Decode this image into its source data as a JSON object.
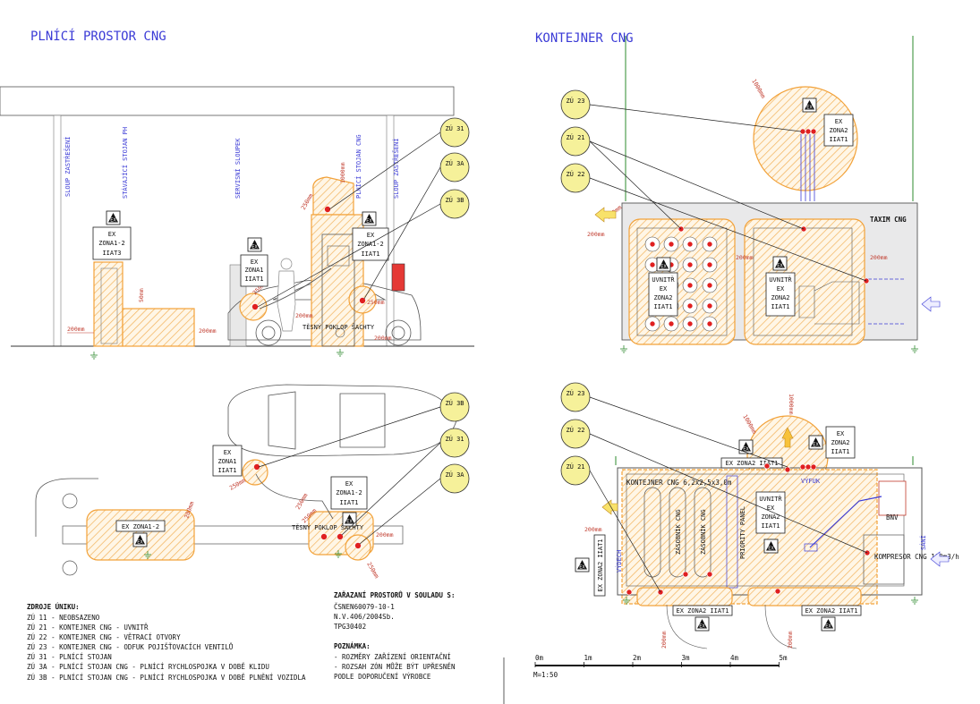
{
  "titles": {
    "left": "PLNÍCÍ PROSTOR CNG",
    "right": "KONTEJNER CNG"
  },
  "elevation_left": {
    "vertical_labels": [
      "SLOUP ZASTŘEŠENÍ",
      "STÁVAJÍCÍ STOJAN PH",
      "SERVISNÍ SLOUPEK",
      "PLNÍCÍ STOJAN CNG",
      "SLOUP ZASTŘEŠENÍ"
    ],
    "ex_boxes": [
      {
        "l1": "EX",
        "l2": "ZONA1-2",
        "l3": "IIAT3"
      },
      {
        "l1": "EX",
        "l2": "ZONA1",
        "l3": "IIAT1"
      },
      {
        "l1": "EX",
        "l2": "ZONA1-2",
        "l3": "IIAT1"
      }
    ],
    "zu": [
      "ZÚ 31",
      "ZÚ 3A",
      "ZÚ 3B"
    ],
    "dims": [
      "200mm",
      "200mm",
      "50mm",
      "250mm",
      "200mm",
      "250mm",
      "1000mm",
      "200mm",
      "250mm"
    ],
    "pit_label": "TĚSNÝ POKLOP ŠACHTY"
  },
  "plan_left": {
    "zu": [
      "ZÚ 3B",
      "ZÚ 31",
      "ZÚ 3A"
    ],
    "ex_boxes": [
      {
        "l1": "EX",
        "l2": "ZONA1",
        "l3": "IIAT1"
      },
      {
        "l1": "EX",
        "l2": "ZONA1-2",
        "l3": "IIAT1"
      }
    ],
    "ex_band": "EX ZONA1-2",
    "dims": [
      "250mm",
      "200mm",
      "250mm",
      "250mm",
      "200mm",
      "250mm"
    ],
    "pit_label": "TĚSNÝ POKLOP ŠACHTY"
  },
  "elevation_right": {
    "zu": [
      "ZÚ 23",
      "ZÚ 21",
      "ZÚ 22"
    ],
    "ex_top": {
      "l1": "EX",
      "l2": "ZONA2",
      "l3": "IIAT1"
    },
    "inside_left": {
      "l1": "UVNITŘ",
      "l2": "EX",
      "l3": "ZONA2",
      "l4": "IIAT1"
    },
    "inside_right": {
      "l1": "UVNITŘ",
      "l2": "EX",
      "l3": "ZONA2",
      "l4": "IIAT1"
    },
    "dims": [
      "1000mm",
      "200mm",
      "200mm",
      "200mm",
      "200mm"
    ],
    "logo": "TAXIM CNG"
  },
  "plan_right": {
    "zu": [
      "ZÚ 23",
      "ZÚ 22",
      "ZÚ 21"
    ],
    "ex_top": {
      "l1": "EX",
      "l2": "ZONA2",
      "l3": "IIAT1"
    },
    "ex_band_top": "EX ZONA2 IIAT1",
    "container_label": "KONTEJNER CNG 6,2x2,5x3,0m",
    "inside": {
      "l1": "UVNITŘ",
      "l2": "EX",
      "l3": "ZONA2",
      "l4": "IIAT1"
    },
    "vertical_labels": [
      "ZÁSOBNÍK CNG",
      "ZÁSOBNÍK CNG",
      "PRIORITY PANEL",
      "VÝDECH",
      "SÁNÍ"
    ],
    "vyfuk": "VÝFUK",
    "bnv": "BNV",
    "kompresor": "KOMPRESOR CNG 160m3/h",
    "ex_side": "EX ZONA2 IIAT1",
    "ex_bottom_left": "EX ZONA2 IIAT1",
    "ex_bottom_right": "EX ZONA2 IIAT1",
    "dims": [
      "1000mm",
      "1000mm",
      "200mm",
      "200mm",
      "200mm"
    ]
  },
  "legend": {
    "heading": "ZDROJE ÚNIKU:",
    "items": [
      "ZÚ 11  - NEOBSAZENO",
      "ZÚ 21  - KONTEJNER CNG - UVNITŘ",
      "ZÚ 22  - KONTEJNER CNG - VĚTRACÍ OTVORY",
      "ZÚ 23  - KONTEJNER CNG - ODFUK POJIŠŤOVACÍCH VENTILŮ",
      "ZÚ 31  - PLNÍCÍ STOJAN",
      "ZÚ 3A  - PLNÍCÍ STOJAN CNG - PLNÍCÍ RYCHLOSPOJKA V DOBĚ KLIDU",
      "ZÚ 3B  - PLNÍCÍ STOJAN CNG - PLNÍCÍ RYCHLOSPOJKA V DOBĚ PLNĚNÍ VOZIDLA"
    ]
  },
  "standards": {
    "heading": "ZAŘAZANÍ PROSTORŮ V SOULADU S:",
    "items": [
      "ČSNEN60079-10-1",
      "N.V.406/2004Sb.",
      "TPG30402"
    ]
  },
  "note": {
    "heading": "POZNÁMKA:",
    "items": [
      "- ROZMĚRY ZAŘÍZENÍ ORIENTAČNÍ",
      "- ROZSAH ZÓN MŮŽE BÝT UPŘESNĚN",
      "  PODLE DOPORUČENÍ VÝROBCE"
    ]
  },
  "scale": {
    "ticks": [
      "0m",
      "1m",
      "2m",
      "3m",
      "4m",
      "5m"
    ],
    "label": "M=1:50"
  },
  "colors": {
    "title": "#3b3bd6",
    "zone": "#f2a23a",
    "zu_fill": "#f6f19a",
    "source_point": "#e02020",
    "ground": "#2e8b2e"
  }
}
